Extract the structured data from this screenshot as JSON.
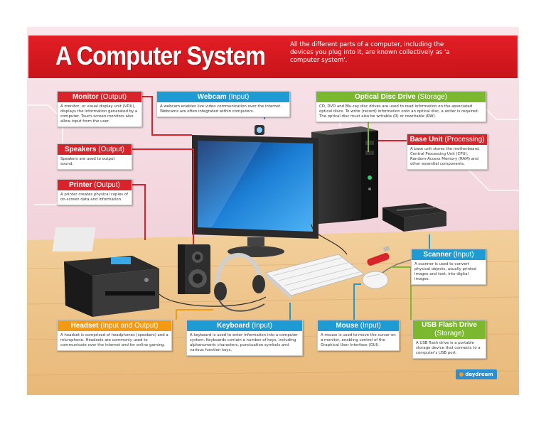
{
  "title": "A Computer System",
  "intro": "All the different parts of a computer, including the devices you plug into it, are known collectively as 'a computer system'.",
  "logo": "daydream",
  "colors": {
    "red": "#d8232a",
    "blue": "#1f9bd3",
    "green": "#7cb82f",
    "orange": "#f29a13"
  },
  "labels": {
    "monitor": {
      "name": "Monitor",
      "type": "(Output)",
      "text": "A monitor, or visual display unit (VDU), displays the information generated by a computer. Touch-screen monitors also allow input from the user."
    },
    "webcam": {
      "name": "Webcam",
      "type": "(Input)",
      "text": "A webcam enables live video communication over the internet. Webcams are often integrated within computers."
    },
    "optical": {
      "name": "Optical Disc Drive",
      "type": "(Storage)",
      "text": "CD, DVD and Blu-ray disc drives are used to read information on the associated optical discs. To write (record) information onto an optical disc, a writer is required. The optical disc must also be writable (R) or rewritable (RW)."
    },
    "base": {
      "name": "Base Unit",
      "type": "(Processing)",
      "text": "A base unit stores the motherboard, Central Processing Unit (CPU), Random-Access Memory (RAM) and other essential components."
    },
    "speakers": {
      "name": "Speakers",
      "type": "(Output)",
      "text": "Speakers are used to output sound."
    },
    "printer": {
      "name": "Printer",
      "type": "(Output)",
      "text": "A printer creates physical copies of on-screen data and information."
    },
    "scanner": {
      "name": "Scanner",
      "type": "(Input)",
      "text": "A scanner is used to convert physical objects, usually printed images and text, into digital images."
    },
    "headset": {
      "name": "Headset",
      "type": "(Input and Output)",
      "text": "A headset is comprised of headphones (speakers) and a microphone. Headsets are commonly used to communicate over the internet and for online gaming."
    },
    "keyboard": {
      "name": "Keyboard",
      "type": "(Input)",
      "text": "A keyboard is used to enter information into a computer system. Keyboards contain a number of keys, including alphanumeric characters, punctuation symbols and various function keys."
    },
    "mouse": {
      "name": "Mouse",
      "type": "(Input)",
      "text": "A mouse is used to move the cursor on a monitor, enabling control of the Graphical User Interface (GUI)."
    },
    "usb": {
      "name": "USB Flash Drive",
      "type": "(Storage)",
      "text": "A USB flash drive is a portable storage device that connects to a computer's USB port."
    }
  }
}
